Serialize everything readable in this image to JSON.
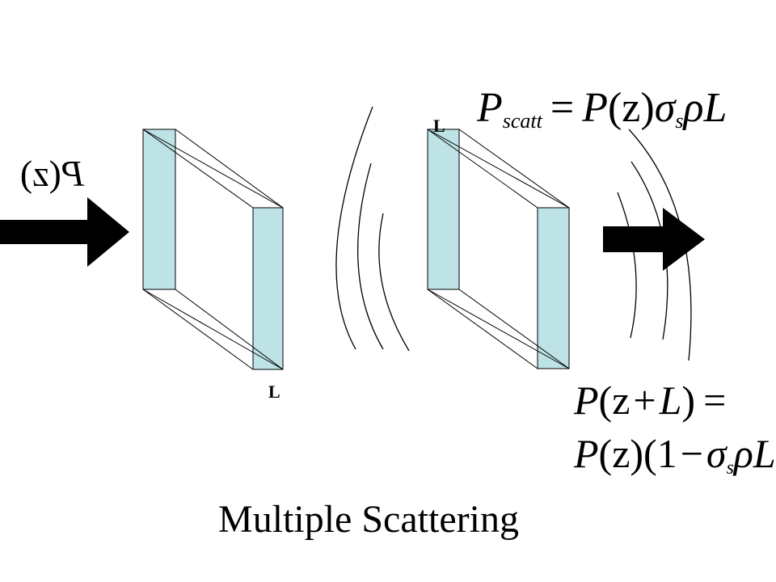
{
  "incoming_label": {
    "sym": "P",
    "arg": "(z)"
  },
  "slab_label_1": "L",
  "slab_label_2": "L",
  "eq_scatt": {
    "lhs_sym": "P",
    "lhs_sub": "scatt",
    "rhs_sym": "P",
    "rhs_arg": "(z)",
    "sigma": "σ",
    "sigma_sub": "s",
    "rho": "ρ",
    "L": "L",
    "equals": "="
  },
  "eq_transmit": {
    "line1_sym": "P",
    "line1_arg": "(z",
    "plus": "+",
    "L": "L",
    "close": ")",
    "equals": "=",
    "line2_sym": "P",
    "line2_arg": "(z)(1",
    "minus": "−",
    "sigma": "σ",
    "sigma_sub": "s",
    "rho": "ρ",
    "L2": "L",
    "close2": ")"
  },
  "caption": "Multiple Scattering",
  "colors": {
    "slab_face": "#bde3e6",
    "line": "#000000"
  }
}
